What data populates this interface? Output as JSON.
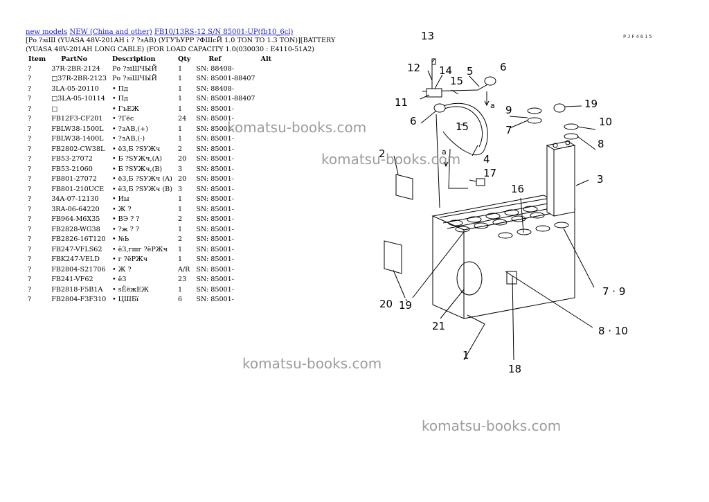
{
  "breadcrumb": {
    "link1": "new models",
    "link2": "NEW (China and other)",
    "link3": "FB10/13RS-12 S/N 85001-UP(fb10_6cl)"
  },
  "heading": "[Ро ?зіШ (YUASA 48V-201AH і ? ?зАВ) (УГУЪУРР ?ФШсЙ 1.0 TON TO 1.3 TON)][BATTERY (YUASA 48V-201AH LONG CABLE) (FOR LOAD CAPACITY 1.0(030030 : E4110-51A2)",
  "table": {
    "headers": [
      "Item",
      "PartNo",
      "Description",
      "Qty",
      "Ref",
      "Alt"
    ],
    "rows": [
      [
        "?",
        "37R-2BR-2124",
        "Ро ?зіШЧЫЙ",
        "1",
        "SN: 88408-",
        ""
      ],
      [
        "?",
        "□37R-2BR-2123",
        "Ро ?зіШЧЫЙ",
        "1",
        "SN: 85001-88407",
        ""
      ],
      [
        "?",
        "3LA-05-20110",
        "• Пд",
        "1",
        "SN: 88408-",
        ""
      ],
      [
        "?",
        "□3LA-05-10114",
        "• Пд",
        "1",
        "SN: 85001-88407",
        ""
      ],
      [
        "?",
        "□",
        "• ГъЕЖ",
        "1",
        "SN: 85001-",
        ""
      ],
      [
        "?",
        "FB12F3-CF201",
        "• ?Гёс",
        "24",
        "SN: 85001-",
        ""
      ],
      [
        "?",
        "FBLW38-1500L",
        "• ?зАВ,(+)",
        "1",
        "SN: 85001-",
        ""
      ],
      [
        "?",
        "FBLW38-1400L",
        "• ?зАВ,(-)",
        "1",
        "SN: 85001-",
        ""
      ],
      [
        "?",
        "FB2802-CW38L",
        "• ё3,Б ?SУЖч",
        "2",
        "SN: 85001-",
        ""
      ],
      [
        "?",
        "FB53-27072",
        "• Б ?SУЖч,(A)",
        "20",
        "SN: 85001-",
        ""
      ],
      [
        "?",
        "FB53-21060",
        "• Б ?SУЖч,(B)",
        "3",
        "SN: 85001-",
        ""
      ],
      [
        "?",
        "FB801-27072",
        "• ё3,Б ?SУЖч (A)",
        "20",
        "SN: 85001-",
        ""
      ],
      [
        "?",
        "FB801-210UCE",
        "• ё3,Б ?SУЖч (B)",
        "3",
        "SN: 85001-",
        ""
      ],
      [
        "?",
        "34A-07-12130",
        "• Иы",
        "1",
        "SN: 85001-",
        ""
      ],
      [
        "?",
        "3RA-06-64220",
        "• Ж ?",
        "1",
        "SN: 85001-",
        ""
      ],
      [
        "?",
        "FB964-M6X35",
        "• ВЭ ? ?",
        "2",
        "SN: 85001-",
        ""
      ],
      [
        "?",
        "FB2828-WG38",
        "• ?ж ? ?",
        "1",
        "SN: 85001-",
        ""
      ],
      [
        "?",
        "FB2826-16T120",
        "• №Ь",
        "2",
        "SN: 85001-",
        ""
      ],
      [
        "?",
        "FB247-VFLS62",
        "• ё3,гшг ?ёРЖч",
        "1",
        "SN: 85001-",
        ""
      ],
      [
        "?",
        "FBK247-VELD",
        "• г ?ёРЖч",
        "1",
        "SN: 85001-",
        ""
      ],
      [
        "?",
        "FB2804-S21706",
        "• Ж ?",
        "A/R",
        "SN: 85001-",
        ""
      ],
      [
        "?",
        "FB241-VF62",
        "• ё3",
        "23",
        "SN: 85001-",
        ""
      ],
      [
        "?",
        "FB2818-F5B1A",
        "• sЁёжЕЖ",
        "1",
        "SN: 85001-",
        ""
      ],
      [
        "?",
        "FB2804-F3F310",
        "• ЦШБї",
        "6",
        "SN: 85001-",
        ""
      ]
    ]
  },
  "watermark": "komatsu-books.com",
  "drawing_code": "PJF4615",
  "callouts": {
    "c1": "1",
    "c2": "2",
    "c3": "3",
    "c4": "4",
    "c5": "5",
    "c6a": "6",
    "c6b": "6",
    "c7": "7",
    "c79": "7 · 9",
    "c8": "8",
    "c810": "8 · 10",
    "c9": "9",
    "c10": "10",
    "c11": "11",
    "c12": "12",
    "c13": "13",
    "c14": "14",
    "c15a": "15",
    "c15b": "15",
    "c16": "16",
    "c17": "17",
    "c18": "18",
    "c19a": "19",
    "c19b": "19",
    "c20": "20",
    "c21": "21",
    "a1": "a",
    "a2": "a"
  },
  "colors": {
    "link": "#1a1ad0",
    "watermark": "#9c9c9c"
  }
}
